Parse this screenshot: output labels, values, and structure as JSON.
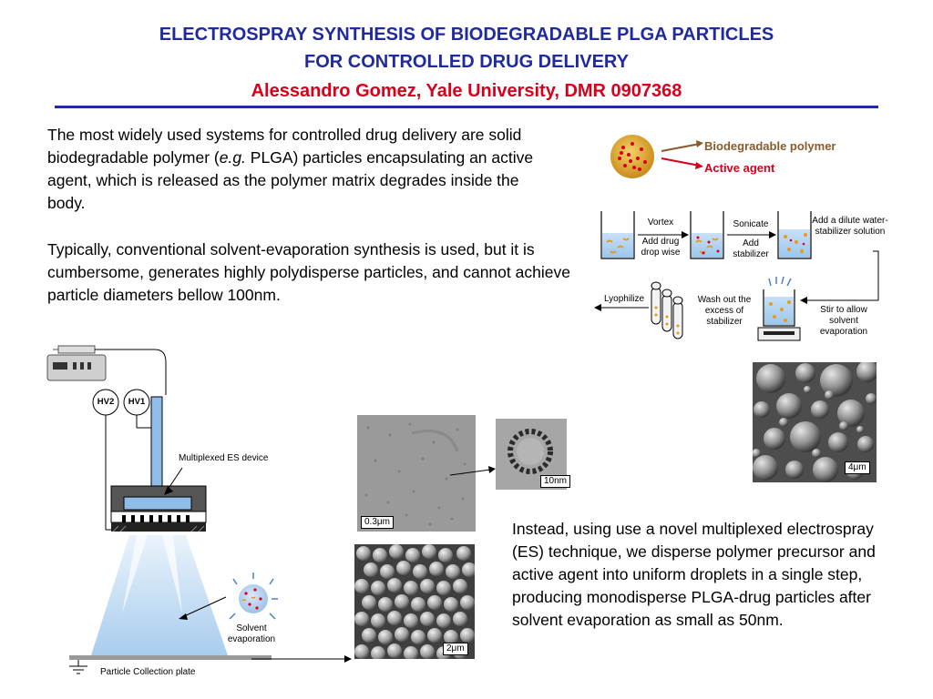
{
  "header": {
    "title_line1": "ELECTROSPRAY SYNTHESIS OF BIODEGRADABLE PLGA PARTICLES",
    "title_line2": "FOR CONTROLLED DRUG DELIVERY",
    "author": "Alessandro Gomez, Yale University, DMR  0907368"
  },
  "intro": {
    "p1_before": "The most widely used systems for controlled drug delivery are solid biodegradable polymer (",
    "p1_italic": "e.g.",
    "p1_after": " PLGA) particles encapsulating an active agent, which is released as the polymer matrix degrades inside the body.",
    "p2": "Typically, conventional solvent-evaporation synthesis is used, but it is cumbersome, generates highly polydisperse particles, and cannot achieve particle diameters bellow 100nm."
  },
  "legend": {
    "polymer": "Biodegradable polymer",
    "agent": "Active agent",
    "polymer_color": "#8b5a2b",
    "agent_color": "#d9001b"
  },
  "process": {
    "vortex": "Vortex",
    "add_drug": "Add drug drop wise",
    "sonicate": "Sonicate",
    "add_stabilizer": "Add stabilizer",
    "add_dilute": "Add a dilute water-stabilizer solution",
    "stir": "Stir to allow solvent evaporation",
    "wash": "Wash out the excess of stabilizer",
    "lyophilize": "Lyophilize"
  },
  "es_diagram": {
    "hv2": "HV2",
    "hv1": "HV1",
    "device_label": "Multiplexed ES device",
    "solvent_evap": "Solvent evaporation",
    "plate_label": "Particle Collection plate"
  },
  "scales": {
    "sem_top": "4μm",
    "tem_wide": "0.3μm",
    "tem_zoom": "10nm",
    "sem_bottom": "2μm"
  },
  "outro": {
    "p3": "Instead, using use a novel multiplexed electrospray (ES) technique, we disperse polymer precursor and active agent into uniform droplets in a single step, producing monodisperse PLGA-drug particles after solvent evaporation as small as 50nm."
  }
}
